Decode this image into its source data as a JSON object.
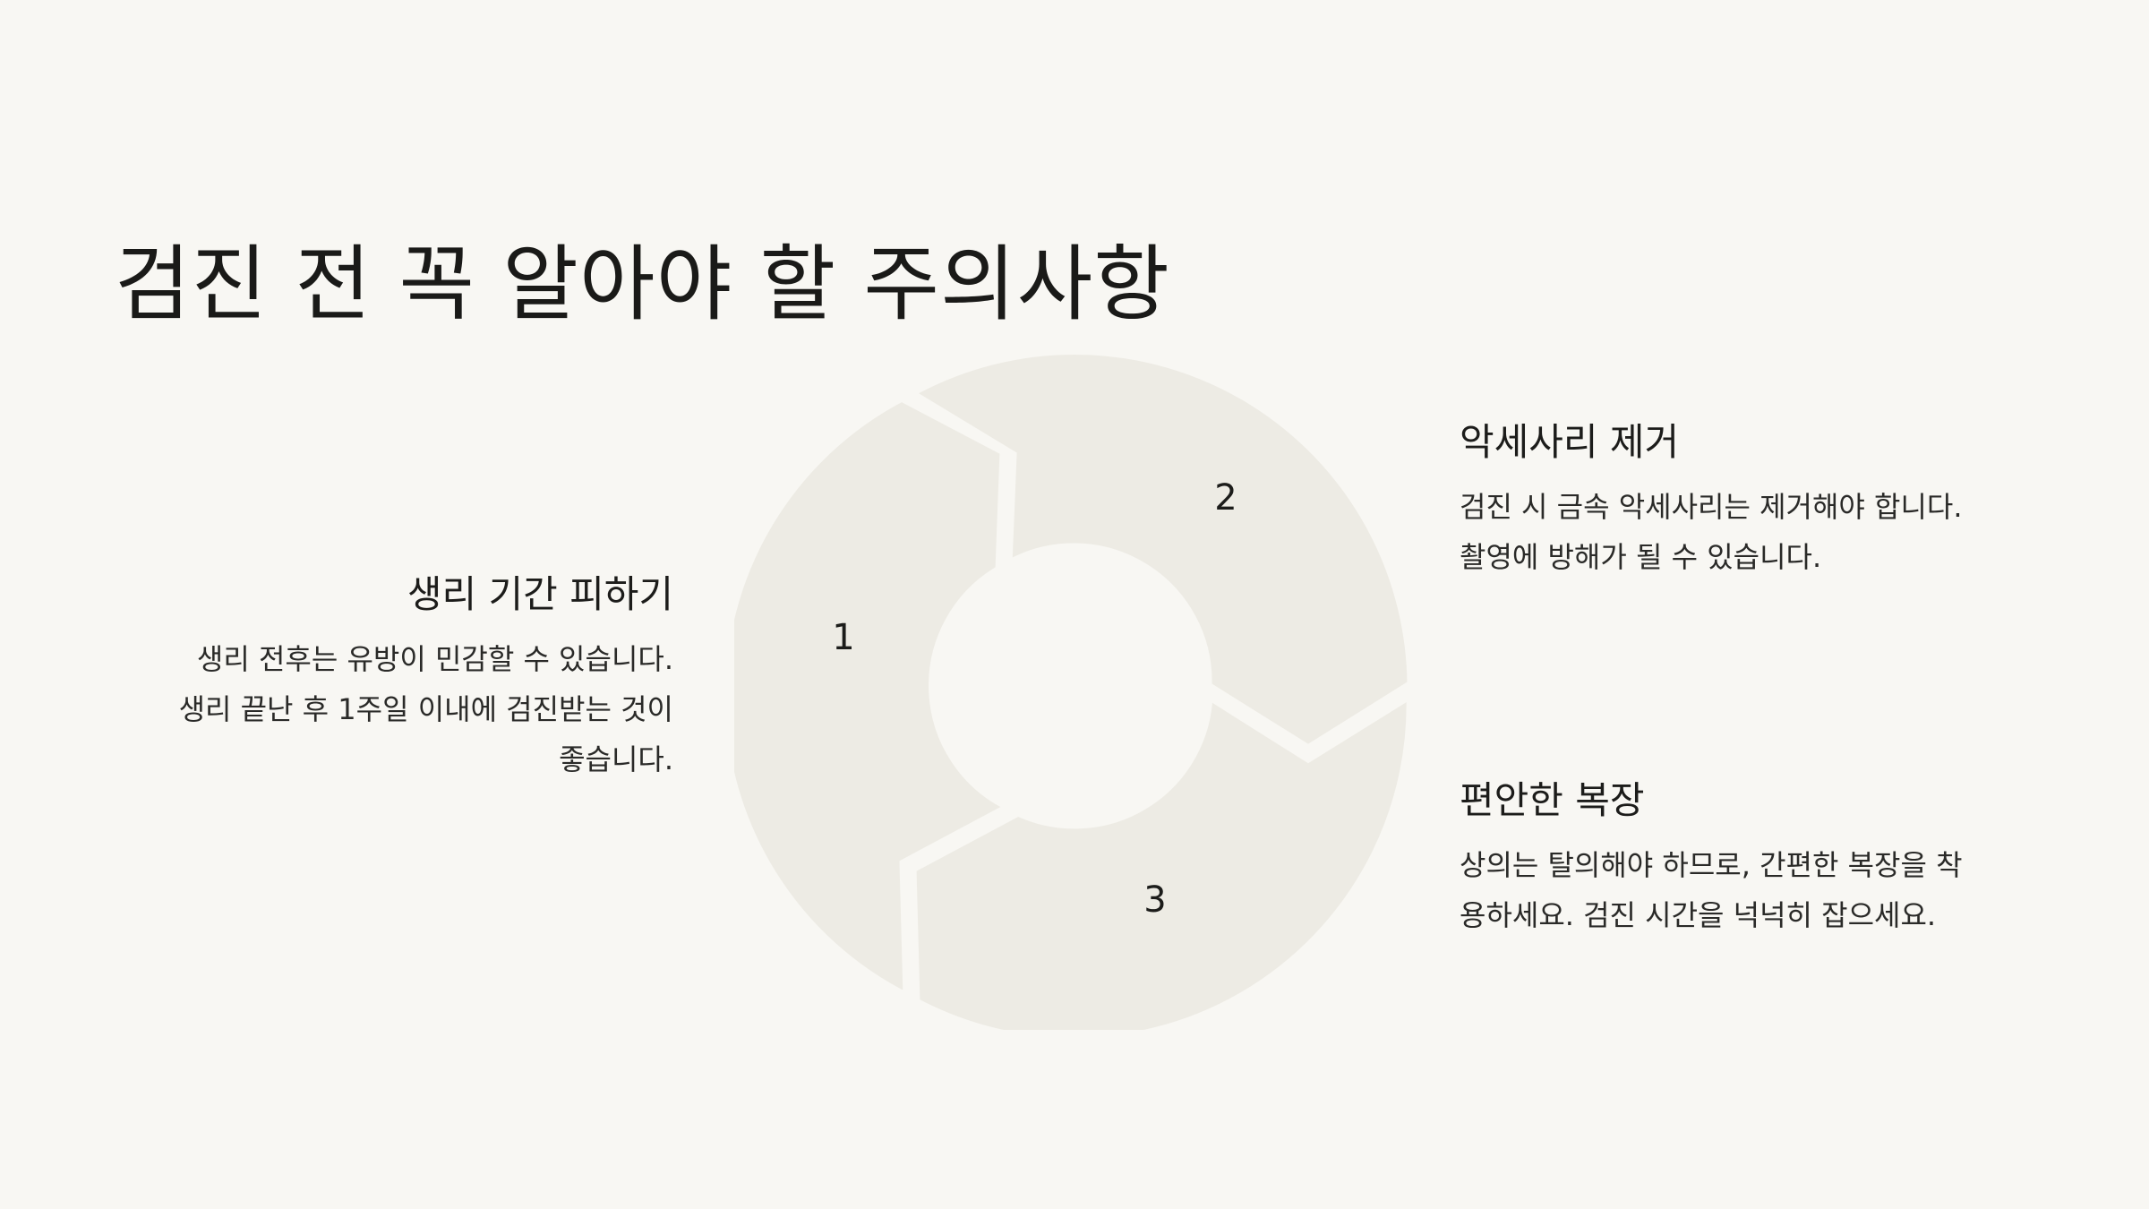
{
  "slide": {
    "title": "검진 전 꼭 알아야 할 주의사항"
  },
  "cycle": {
    "steps": [
      {
        "number": "1"
      },
      {
        "number": "2"
      },
      {
        "number": "3"
      }
    ],
    "segment_color": "#edebe4",
    "background_color": "#f8f7f3"
  },
  "items": {
    "period": {
      "title": "생리 기간 피하기",
      "line1": "생리 전후는 유방이 민감할 수 있습니다.",
      "line2": "생리 끝난 후 1주일 이내에 검진받는 것이",
      "line3": "좋습니다."
    },
    "accessories": {
      "title": "악세사리 제거",
      "line1": "검진 시 금속 악세사리는 제거해야 합니다.",
      "line2": "촬영에 방해가 될 수 있습니다."
    },
    "clothing": {
      "title": "편안한 복장",
      "line1": "상의는 탈의해야 하므로, 간편한 복장을 착",
      "line2": "용하세요. 검진 시간을 넉넉히 잡으세요."
    }
  }
}
